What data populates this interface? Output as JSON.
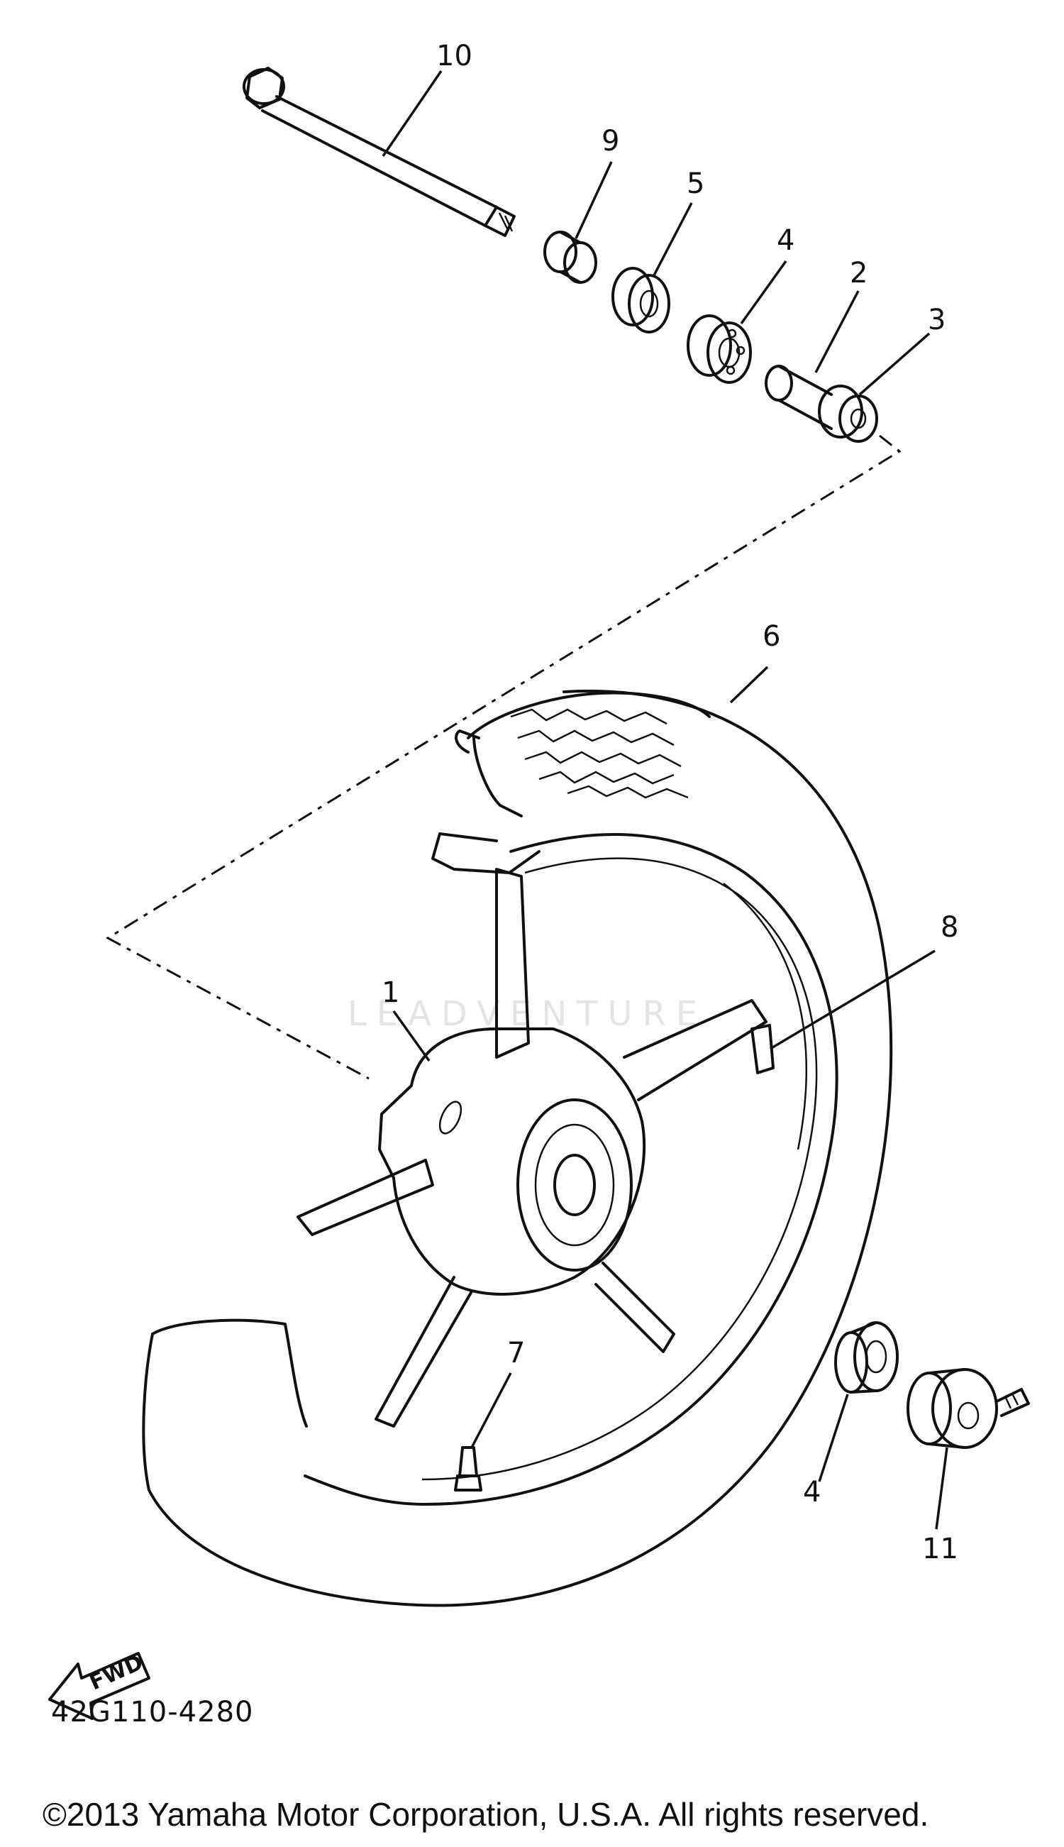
{
  "callouts": {
    "c1": "1",
    "c2": "2",
    "c3": "3",
    "c4a": "4",
    "c4b": "4",
    "c5": "5",
    "c6": "6",
    "c7": "7",
    "c8": "8",
    "c9": "9",
    "c10": "10",
    "c11": "11"
  },
  "fwd_label": "FWD",
  "watermark": "LEADVENTURE",
  "diagram_code": "42G110-4280",
  "copyright": "©2013 Yamaha Motor Corporation, U.S.A. All rights reserved.",
  "colors": {
    "ink": "#111111",
    "background": "#ffffff",
    "watermark": "#e4e4e4"
  }
}
